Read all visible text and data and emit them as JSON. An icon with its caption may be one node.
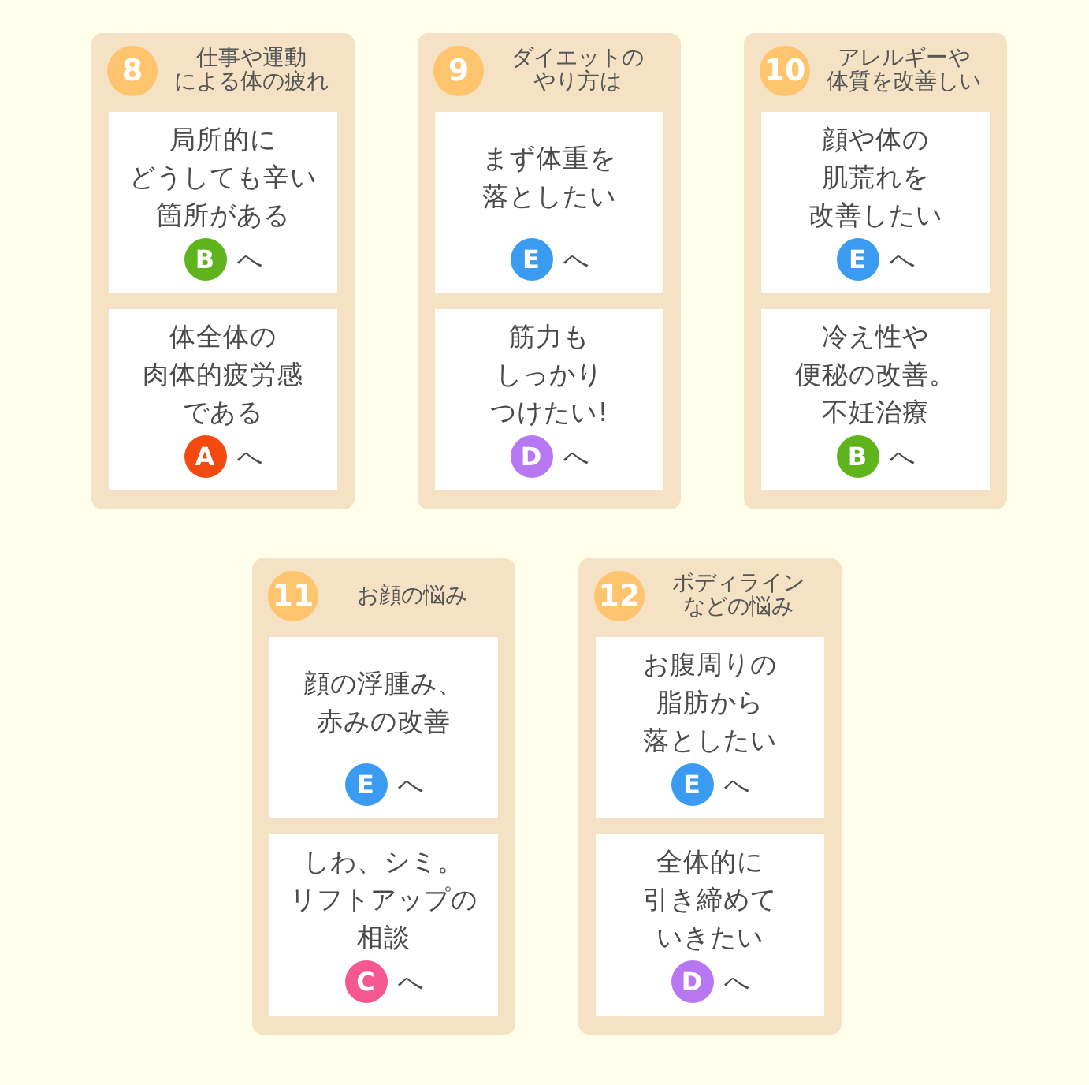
{
  "diagram": {
    "nodes": [
      {
        "text": [
          "仕事や運動による体の疲れ"
        ]
      },
      {
        "text": [
          "8"
        ],
        "in": 0
      },
      {
        "text": [
          "局所的にどうしても辛い箇所がある"
        ],
        "in": 0
      },
      {
        "text": [
          "B"
        ],
        "in": 2,
        "beside": [
          "へ"
        ]
      },
      {
        "text": [
          "体全体の肉体的疲労感である"
        ],
        "in": 0
      },
      {
        "text": [
          "A"
        ],
        "in": 4,
        "beside": [
          "へ"
        ]
      },
      {
        "text": [
          "ダイエットのやり方は"
        ]
      },
      {
        "text": [
          "9"
        ],
        "in": 6
      },
      {
        "text": [
          "まず体重を落としたい"
        ],
        "in": 6
      },
      {
        "text": [
          "E"
        ],
        "in": 8,
        "beside": [
          "へ"
        ]
      },
      {
        "text": [
          "筋力もしっかりつけたい!"
        ],
        "in": 6
      },
      {
        "text": [
          "D"
        ],
        "in": 10,
        "beside": [
          "へ"
        ]
      },
      {
        "text": [
          "アレルギーや体質を改善しい"
        ]
      },
      {
        "text": [
          "10"
        ],
        "in": 12
      },
      {
        "text": [
          "顔や体の肌荒れを改善したい"
        ],
        "in": 12
      },
      {
        "text": [
          "E"
        ],
        "in": 14,
        "beside": [
          "へ"
        ]
      },
      {
        "text": [
          "冷え性や便秘の改善。不妊治療"
        ],
        "in": 12
      },
      {
        "text": [
          "B"
        ],
        "in": 16,
        "beside": [
          "へ"
        ]
      },
      {
        "text": [
          "お顔の悩み"
        ]
      },
      {
        "text": [
          "11"
        ],
        "in": 18
      },
      {
        "text": [
          "顔の浮腫み、赤みの改善"
        ],
        "in": 18
      },
      {
        "text": [
          "E"
        ],
        "in": 20,
        "beside": [
          "へ"
        ]
      },
      {
        "text": [
          "しわ、シミ。リフトアップの相談"
        ],
        "in": 18
      },
      {
        "text": [
          "C"
        ],
        "in": 22,
        "beside": [
          "へ"
        ]
      },
      {
        "text": [
          "ボディラインなどの悩み"
        ]
      },
      {
        "text": [
          "12"
        ],
        "in": 24
      },
      {
        "text": [
          "お腹周りの脂肪から落としたい"
        ],
        "in": 24
      },
      {
        "text": [
          "E"
        ],
        "in": 26,
        "beside": [
          "へ"
        ]
      },
      {
        "text": [
          "全体的に引き締めていきたい"
        ],
        "in": 24
      },
      {
        "text": [
          "D"
        ],
        "in": 28,
        "beside": [
          "へ"
        ]
      }
    ]
  }
}
